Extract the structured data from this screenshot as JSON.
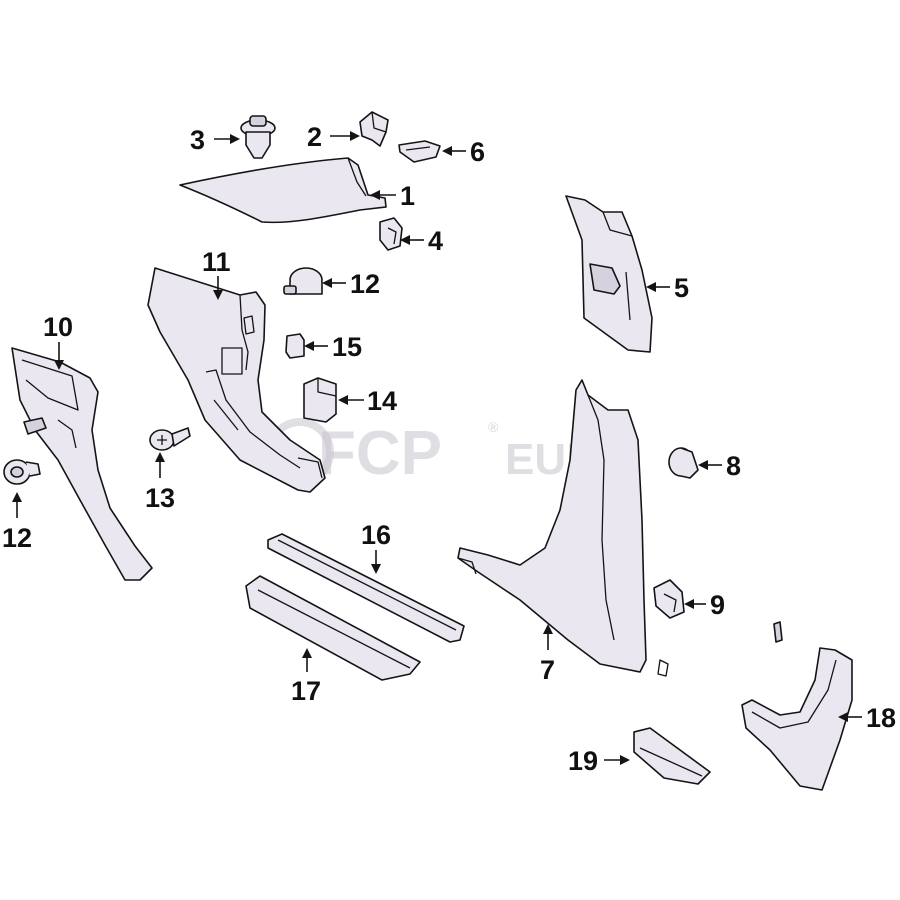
{
  "watermark": {
    "brand": "FCP",
    "suffix": "EURO",
    "mark": "®"
  },
  "callouts": [
    {
      "id": "c3a",
      "label": "3"
    },
    {
      "id": "c2",
      "label": "2"
    },
    {
      "id": "c6",
      "label": "6"
    },
    {
      "id": "c1",
      "label": "1"
    },
    {
      "id": "c4",
      "label": "4"
    },
    {
      "id": "c5",
      "label": "5"
    },
    {
      "id": "c11",
      "label": "11"
    },
    {
      "id": "c12a",
      "label": "12"
    },
    {
      "id": "c15",
      "label": "15"
    },
    {
      "id": "c14",
      "label": "14"
    },
    {
      "id": "c10",
      "label": "10"
    },
    {
      "id": "c12b",
      "label": "12"
    },
    {
      "id": "c13",
      "label": "13"
    },
    {
      "id": "c8",
      "label": "8"
    },
    {
      "id": "c9",
      "label": "9"
    },
    {
      "id": "c7",
      "label": "7"
    },
    {
      "id": "c16",
      "label": "16"
    },
    {
      "id": "c17",
      "label": "17"
    },
    {
      "id": "c18",
      "label": "18"
    },
    {
      "id": "c19",
      "label": "19"
    }
  ],
  "colors": {
    "line": "#141414",
    "part_fill": "#ebe7f1",
    "watermark": "#c7c4cc"
  }
}
